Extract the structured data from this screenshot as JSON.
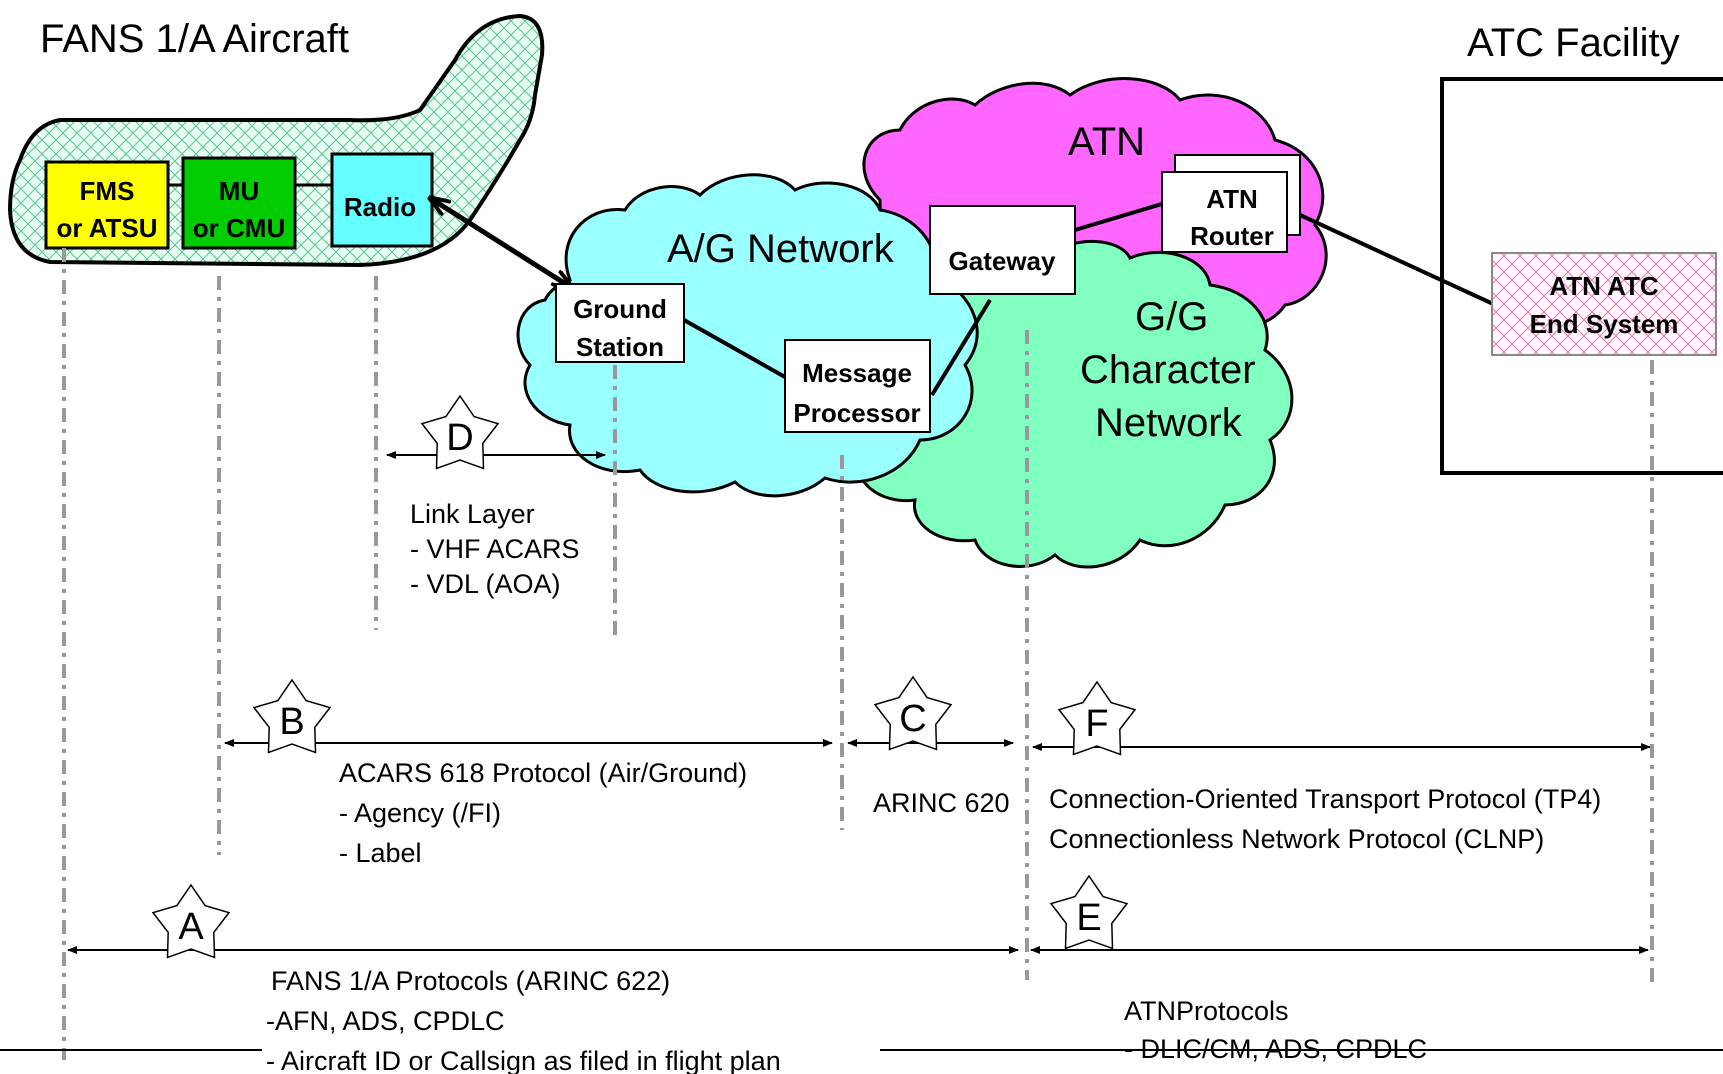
{
  "titles": {
    "aircraft": "FANS 1/A Aircraft",
    "atc_facility": "ATC Facility"
  },
  "clouds": {
    "atn": "ATN",
    "ag_network": "A/G Network",
    "gg_line1": "G/G",
    "gg_line2": "Character",
    "gg_line3": "Network"
  },
  "boxes": {
    "fms_line1": "FMS",
    "fms_line2": "or ATSU",
    "mu_line1": "MU",
    "mu_line2": "or CMU",
    "radio": "Radio",
    "ground_station_line1": "Ground",
    "ground_station_line2": "Station",
    "message_processor_line1": "Message",
    "message_processor_line2": "Processor",
    "gateway": "Gateway",
    "atn_router_line1": "ATN",
    "atn_router_line2": "Router",
    "atn_atc_line1": "ATN ATC",
    "atn_atc_line2": "End System"
  },
  "stars": {
    "a": "A",
    "b": "B",
    "c": "C",
    "d": "D",
    "e": "E",
    "f": "F"
  },
  "labels": {
    "d_line1": "Link Layer",
    "d_line2": "- VHF ACARS",
    "d_line3": "- VDL (AOA)",
    "b_line1": "ACARS 618 Protocol (Air/Ground)",
    "b_line2": "- Agency (/FI)",
    "b_line3": "- Label",
    "c_line1": "ARINC 620",
    "f_line1": "Connection-Oriented Transport Protocol (TP4)",
    "f_line2": "Connectionless Network Protocol (CLNP)",
    "a_line1": "FANS 1/A Protocols (ARINC 622)",
    "a_line2": "-AFN, ADS, CPDLC",
    "a_line3": "- Aircraft ID or Callsign as filed in flight plan",
    "e_line1": "ATNProtocols",
    "e_line2": "- DLIC/CM, ADS, CPDLC"
  },
  "colors": {
    "fms": "#ffff00",
    "mu": "#00cc00",
    "radio": "#66ffff",
    "atn_cloud": "#ff66ff",
    "ag_cloud": "#99ffff",
    "gg_cloud": "#80ffc0",
    "aircraft_hatch": "#66cc99",
    "atc_hatch": "#e07ab8",
    "dashed_line": "#999999"
  }
}
